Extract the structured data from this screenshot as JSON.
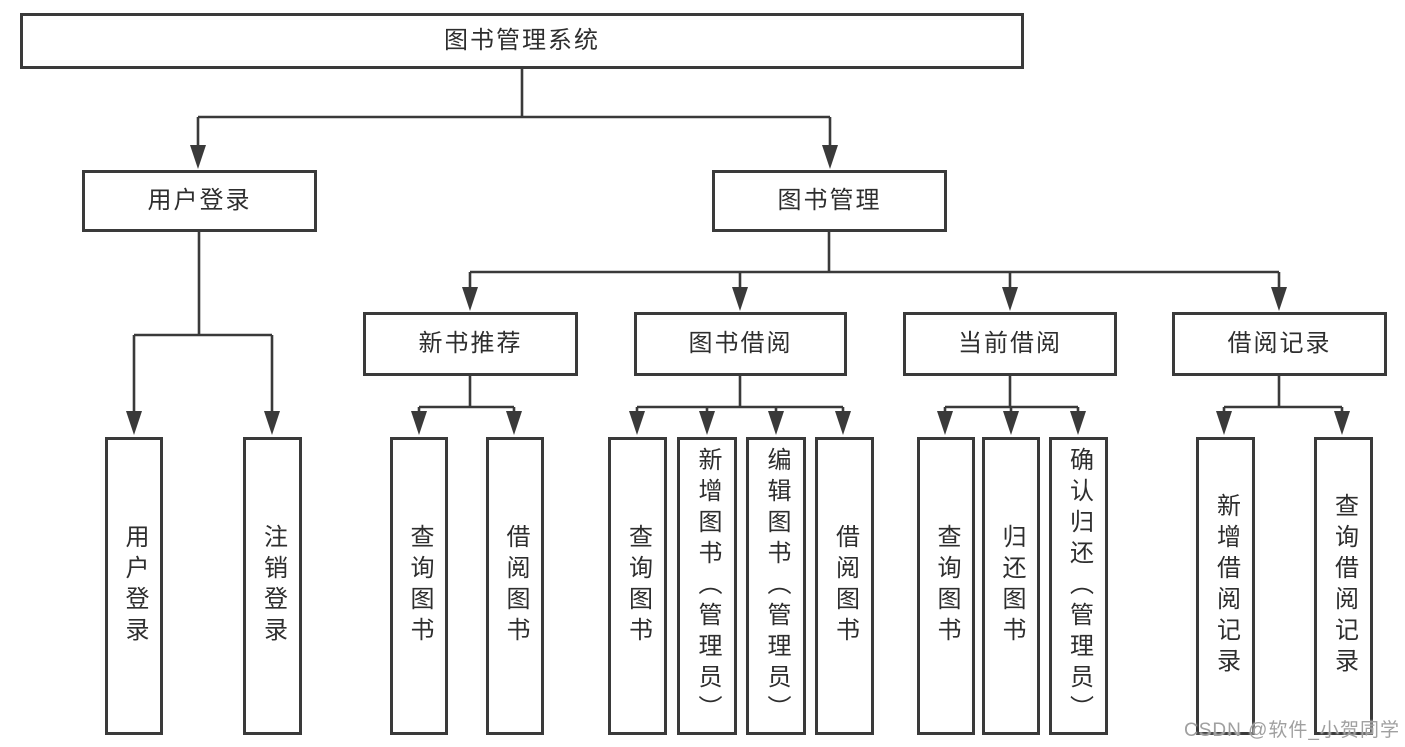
{
  "tree": {
    "root": {
      "label": "图书管理系统"
    },
    "branches": [
      {
        "label": "用户登录",
        "children": [
          {
            "label": "用户登录"
          },
          {
            "label": "注销登录"
          }
        ]
      },
      {
        "label": "图书管理",
        "children": [
          {
            "label": "新书推荐",
            "children": [
              {
                "label": "查询图书"
              },
              {
                "label": "借阅图书"
              }
            ]
          },
          {
            "label": "图书借阅",
            "children": [
              {
                "label": "查询图书"
              },
              {
                "label": "新增图书（管理员）"
              },
              {
                "label": "编辑图书（管理员）"
              },
              {
                "label": "借阅图书"
              }
            ]
          },
          {
            "label": "当前借阅",
            "children": [
              {
                "label": "查询图书"
              },
              {
                "label": "归还图书"
              },
              {
                "label": "确认归还（管理员）"
              }
            ]
          },
          {
            "label": "借阅记录",
            "children": [
              {
                "label": "新增借阅记录"
              },
              {
                "label": "查询借阅记录"
              }
            ]
          }
        ]
      }
    ]
  },
  "watermark": {
    "text": "CSDN @软件_小贺同学"
  },
  "colors": {
    "line": "#3a3a3a",
    "text": "#2e2e2e",
    "watermark": "#a0a0a0",
    "background": "#ffffff"
  }
}
